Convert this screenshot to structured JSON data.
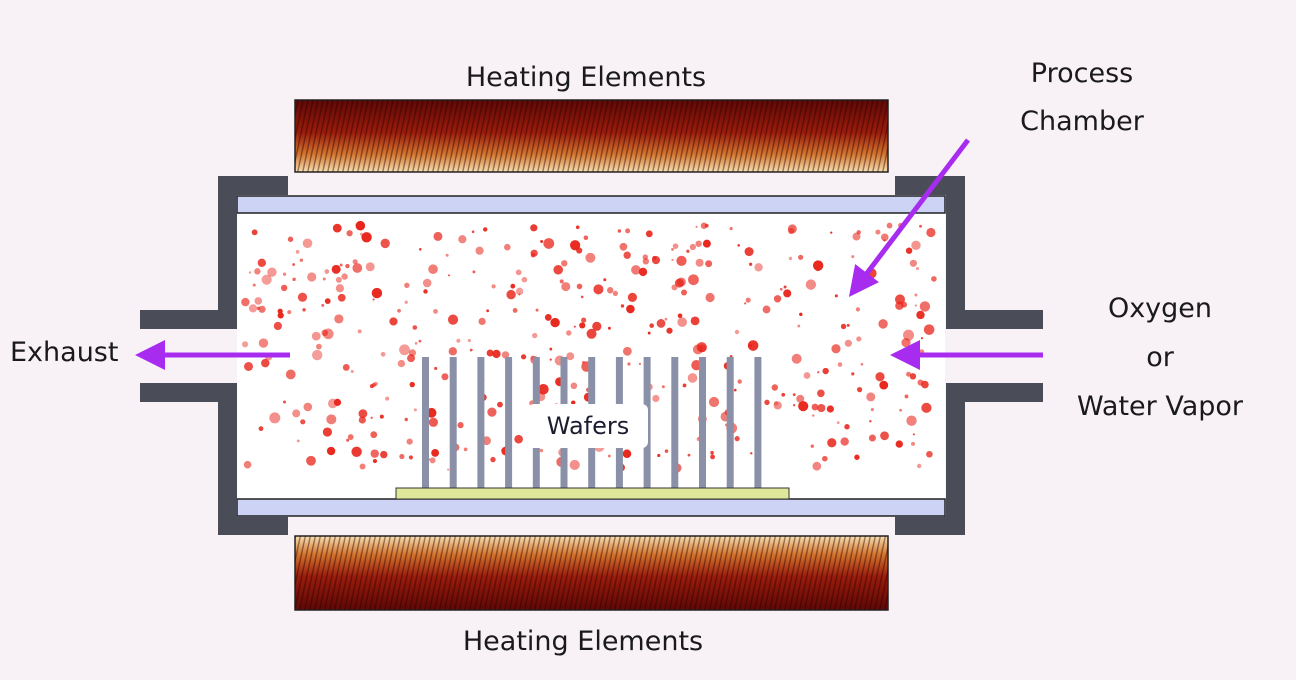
{
  "labels": {
    "heating_top": "Heating Elements",
    "heating_bottom": "Heating Elements",
    "process_chamber": [
      "Process",
      "Chamber"
    ],
    "inlet": [
      "Oxygen",
      "or",
      "Water Vapor"
    ],
    "exhaust": "Exhaust",
    "wafers": "Wafers"
  },
  "wafer_count": 13,
  "colors": {
    "background": "#f8f2f6",
    "frame": "#4a4d57",
    "tube": "#ccd3f5",
    "boat": "#dfe89a",
    "wafer": "#8a90a8",
    "arrow": "#a82cf0",
    "particle": "#e8261c",
    "heater_dark": "#6a0a08",
    "heater_light": "#f3d7a0"
  }
}
